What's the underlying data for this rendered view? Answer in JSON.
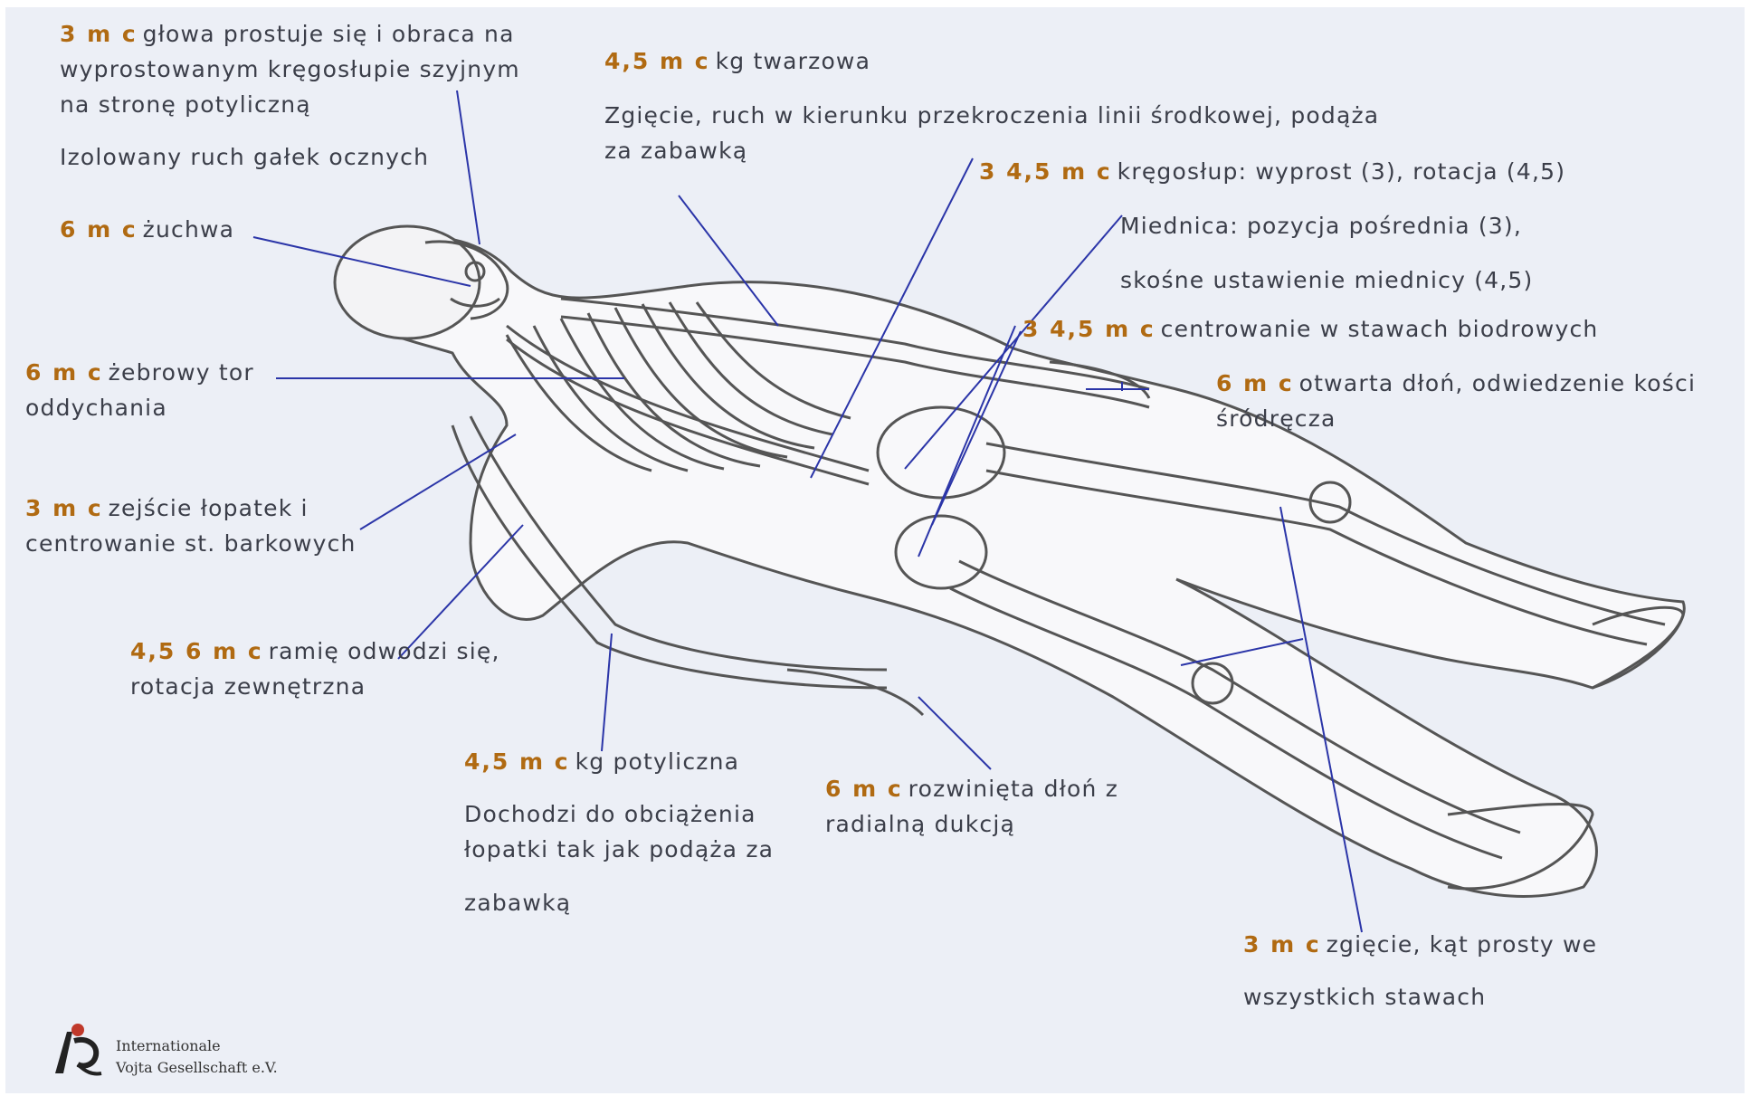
{
  "labels": {
    "head": {
      "age": "3 m c",
      "lines": [
        "głowa prostuje się i obraca na",
        "wyprostowanym kręgosłupie szyjnym",
        "na stronę potyliczną"
      ]
    },
    "eyes": {
      "lines": [
        "Izolowany ruch gałek ocznych"
      ]
    },
    "jaw": {
      "age": "6 m c",
      "lines": [
        "żuchwa"
      ]
    },
    "breath": {
      "age": "6 m c",
      "lines": [
        "żebrowy tor",
        "oddychania"
      ]
    },
    "scapula": {
      "age": "3 m c",
      "lines": [
        "zejście łopatek i",
        "centrowanie st. barkowych"
      ]
    },
    "arm": {
      "age": "4,5 6 m c",
      "lines": [
        "ramię odwodzi się,",
        "rotacja zewnętrzna"
      ]
    },
    "occipital": {
      "age": "4,5 m c",
      "lines": [
        "kg potyliczna"
      ]
    },
    "occipital_desc": {
      "lines": [
        "Dochodzi do obciążenia",
        "łopatki tak jak podąża za"
      ]
    },
    "occipital_desc2": {
      "lines": [
        "zabawką"
      ]
    },
    "facial": {
      "age": "4,5 m c",
      "lines": [
        "kg twarzowa"
      ]
    },
    "facial_desc": {
      "lines": [
        "Zgięcie, ruch w kierunku przekroczenia linii środkowej, podąża",
        "za zabawką"
      ]
    },
    "spine": {
      "age": "3 4,5 m c",
      "lines": [
        "kręgosłup: wyprost (3), rotacja (4,5)"
      ]
    },
    "pelvis": {
      "lines": [
        "Miednica: pozycja pośrednia (3),"
      ]
    },
    "pelvis2": {
      "lines": [
        "skośne ustawienie miednicy (4,5)"
      ]
    },
    "hip": {
      "age": "3 4,5 m c",
      "lines": [
        "centrowanie w stawach biodrowych"
      ]
    },
    "hand_open": {
      "age": "6 m c",
      "lines": [
        "otwarta dłoń, odwiedzenie kości",
        "śródręcza"
      ]
    },
    "hand_radial": {
      "age": "6 m c",
      "lines": [
        "rozwinięta dłoń z",
        "radialną dukcją"
      ]
    },
    "legs": {
      "age": "3 m c",
      "lines": [
        "zgięcie, kąt prosty we"
      ]
    },
    "legs2": {
      "lines": [
        "wszystkich stawach"
      ]
    }
  },
  "logo": {
    "line1": "Internationale",
    "line2": "Vojta Gesellschaft e.V."
  },
  "colors": {
    "age": "#b06a12",
    "text": "#3b3e49",
    "pointer": "#2b35a8",
    "bone": "#4a4a4a",
    "body": "#f7f7f9"
  }
}
